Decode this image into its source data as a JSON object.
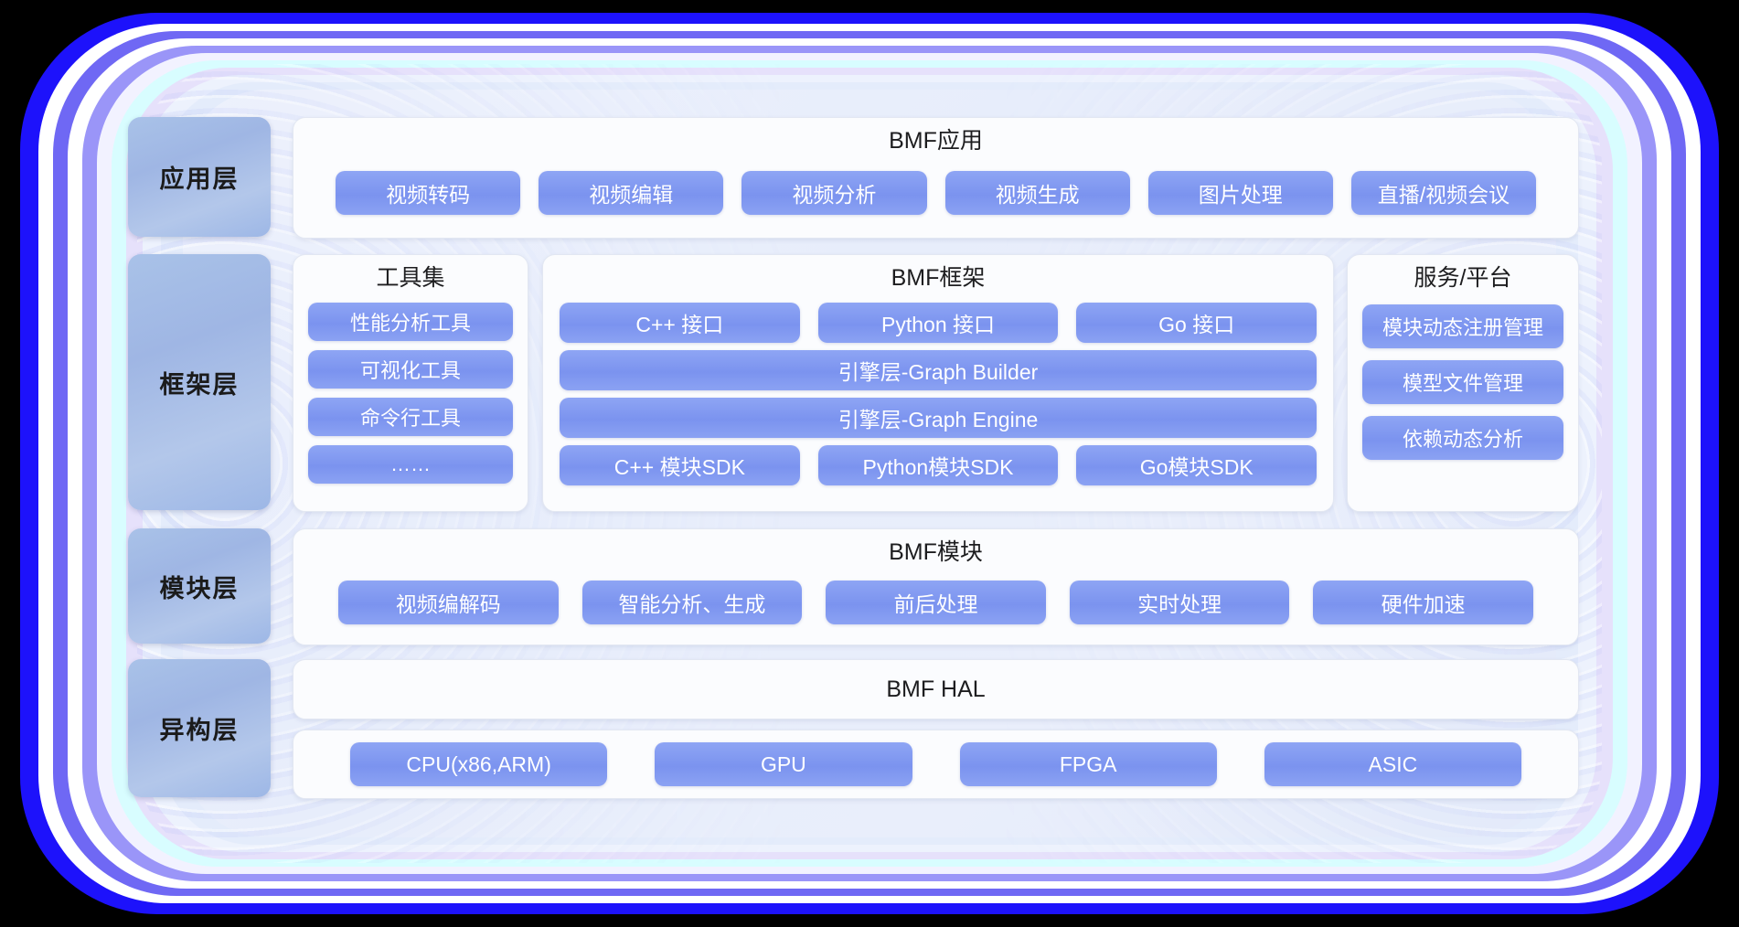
{
  "theme": {
    "chip_blue": "#7b93ef",
    "layer_label_blue": "#a9c2e8",
    "panel_bg": "#fbfcfe",
    "glow_blue": "#1d12fb"
  },
  "layers": [
    {
      "label": "应用层"
    },
    {
      "label": "框架层"
    },
    {
      "label": "模块层"
    },
    {
      "label": "异构层"
    }
  ],
  "application": {
    "title": "BMF应用",
    "items": [
      "视频转码",
      "视频编辑",
      "视频分析",
      "视频生成",
      "图片处理",
      "直播/视频会议"
    ]
  },
  "tools": {
    "title": "工具集",
    "items": [
      "性能分析工具",
      "可视化工具",
      "命令行工具",
      "……"
    ]
  },
  "framework": {
    "title": "BMF框架",
    "interfaces": [
      "C++ 接口",
      "Python 接口",
      "Go 接口"
    ],
    "engine_builder": "引擎层-Graph Builder",
    "engine_engine": "引擎层-Graph Engine",
    "sdks": [
      "C++ 模块SDK",
      "Python模块SDK",
      "Go模块SDK"
    ]
  },
  "service": {
    "title": "服务/平台",
    "items": [
      "模块动态注册管理",
      "模型文件管理",
      "依赖动态分析"
    ]
  },
  "module": {
    "title": "BMF模块",
    "items": [
      "视频编解码",
      "智能分析、生成",
      "前后处理",
      "实时处理",
      "硬件加速"
    ]
  },
  "hal": {
    "title": "BMF HAL",
    "items": [
      "CPU(x86,ARM)",
      "GPU",
      "FPGA",
      "ASIC"
    ]
  }
}
